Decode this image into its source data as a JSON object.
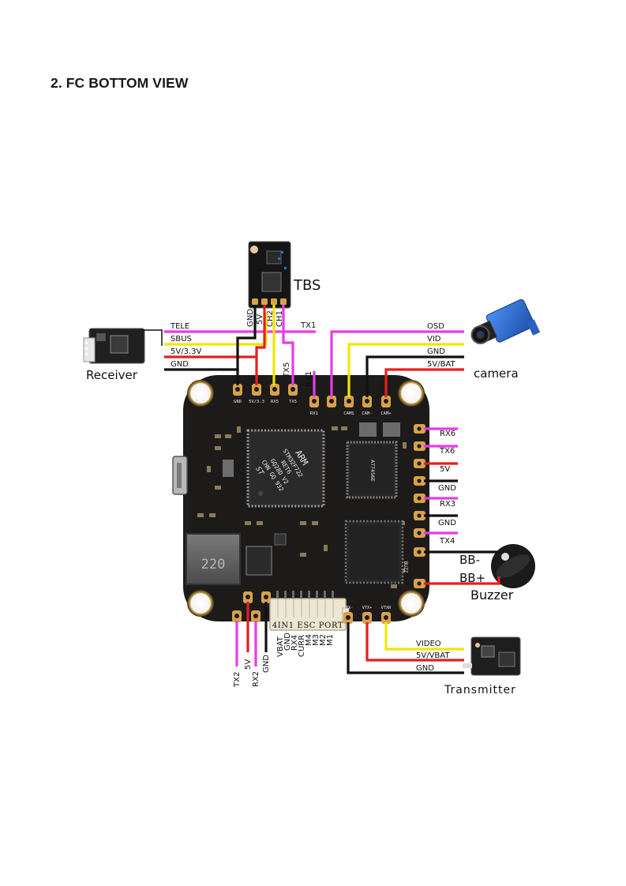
{
  "heading": "2.  FC BOTTOM VIEW",
  "devices": {
    "tbs": "TBS",
    "receiver": "Receiver",
    "camera": "camera",
    "buzzer": "Buzzer",
    "transmitter": "Transmitter"
  },
  "receiver_wires": [
    "TELE",
    "SBUS",
    "5V/3.3V",
    "GND"
  ],
  "tbs_pins": [
    "GND",
    "5V",
    "CH2",
    "CH1"
  ],
  "top_labels": {
    "tx1": "TX1",
    "tx5": "TX5",
    "rx1": "RX1"
  },
  "camera_wires": [
    "OSD",
    "VID",
    "GND",
    "5V/BAT"
  ],
  "right_wires": [
    "RX6",
    "TX6",
    "5V",
    "GND",
    "RX3",
    "GND",
    "TX4"
  ],
  "buzzer_wires": [
    "BB-",
    "BB+"
  ],
  "bottom_labels": [
    "TX2",
    "5V",
    "RX2",
    "GND"
  ],
  "esc_pins": [
    "VBAT",
    "GND",
    "RX4",
    "CURR",
    "M4",
    "M3",
    "M2",
    "M1"
  ],
  "transmitter_wires": [
    "VIDEO",
    "5V/VBAT",
    "GND"
  ],
  "board": {
    "esc_port": "4IN1 ESC PORT",
    "top_pads": [
      "GND",
      "5V/3.3",
      "RX5",
      "TX5",
      "RX1",
      "",
      "CAMS",
      "CAM-",
      "CAM+"
    ],
    "vtx_pads": [
      "VTX-",
      "VTX+",
      "VTXR"
    ],
    "mcu": [
      "ARM",
      "STM32F722",
      "RET6",
      "GQ28D V2",
      "CHN GQ 932",
      "ST"
    ],
    "inductor": "220",
    "buzz": "BUZZ"
  },
  "colors": {
    "magenta": "#e63be6",
    "yellow": "#f2e600",
    "red": "#e61e1e",
    "black": "#111111",
    "pcb": "#1d1b1a",
    "gold": "#d8a248"
  }
}
